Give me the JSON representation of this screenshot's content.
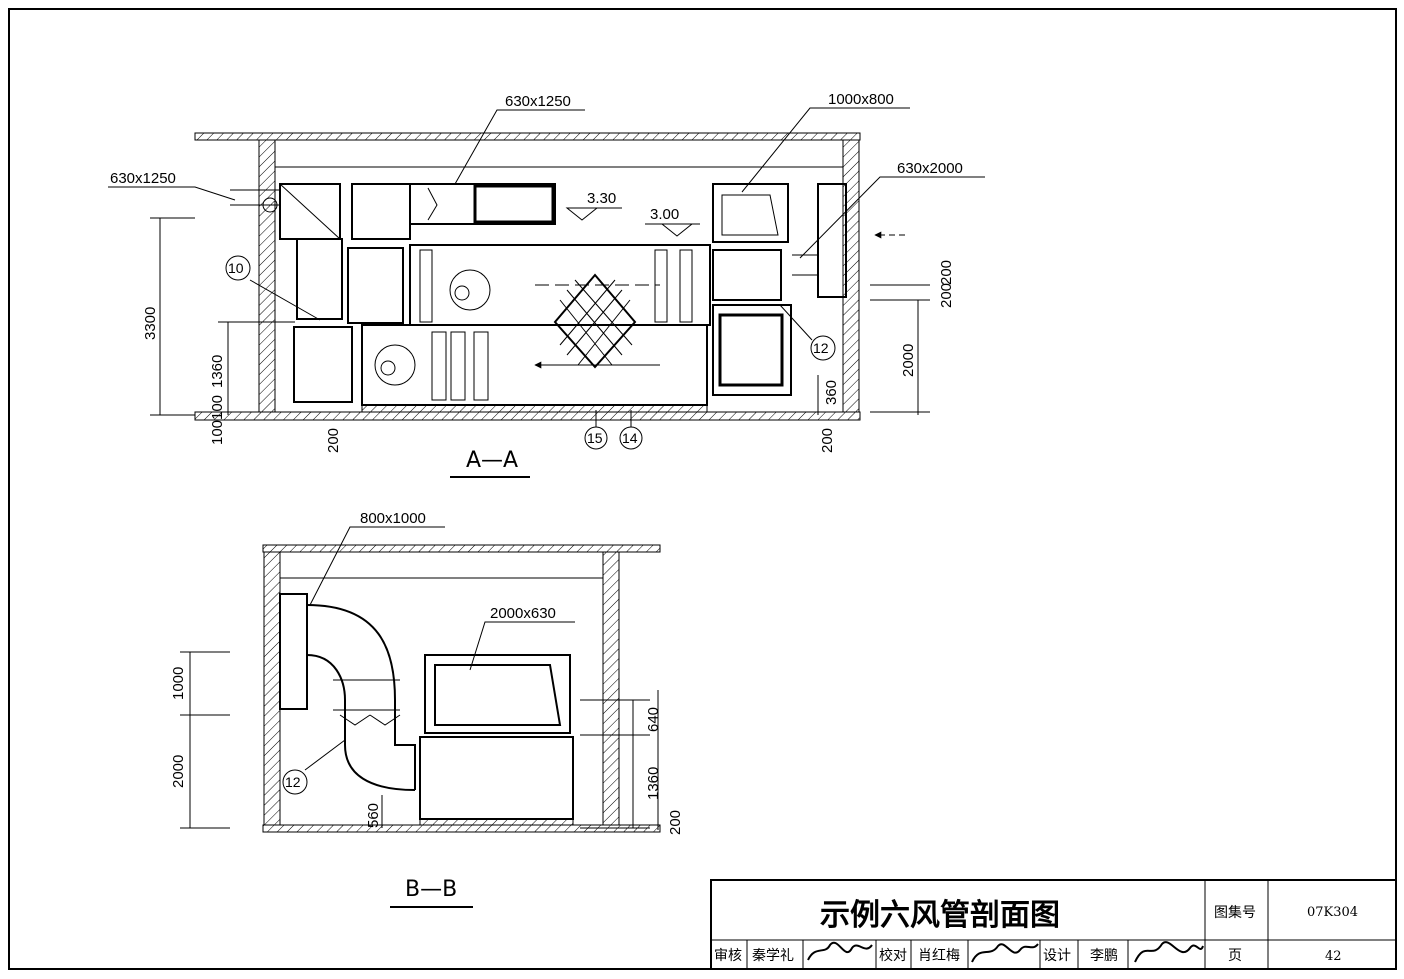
{
  "title_block": {
    "drawing_title": "示例六风管剖面图",
    "atlas_label": "图集号",
    "atlas_number": "07K304",
    "page_label": "页",
    "page_number": "42",
    "review_label": "审核",
    "reviewer": "秦学礼",
    "check_label": "校对",
    "checker": "肖红梅",
    "design_label": "设计",
    "designer": "李鹏"
  },
  "section_aa": {
    "name": "A—A",
    "duct_sizes": [
      "630x1250",
      "630x1250",
      "1000x800",
      "630x2000"
    ],
    "elevations": [
      "3.30",
      "3.00"
    ],
    "dimensions": [
      "3300",
      "1360",
      "100",
      "100",
      "200",
      "200",
      "200",
      "2000",
      "200",
      "360"
    ],
    "callouts": [
      "10",
      "12",
      "15",
      "14"
    ]
  },
  "section_bb": {
    "name": "B—B",
    "duct_sizes": [
      "800x1000",
      "2000x630"
    ],
    "dimensions": [
      "1000",
      "2000",
      "560",
      "640",
      "1360",
      "200"
    ],
    "callouts": [
      "12"
    ]
  }
}
